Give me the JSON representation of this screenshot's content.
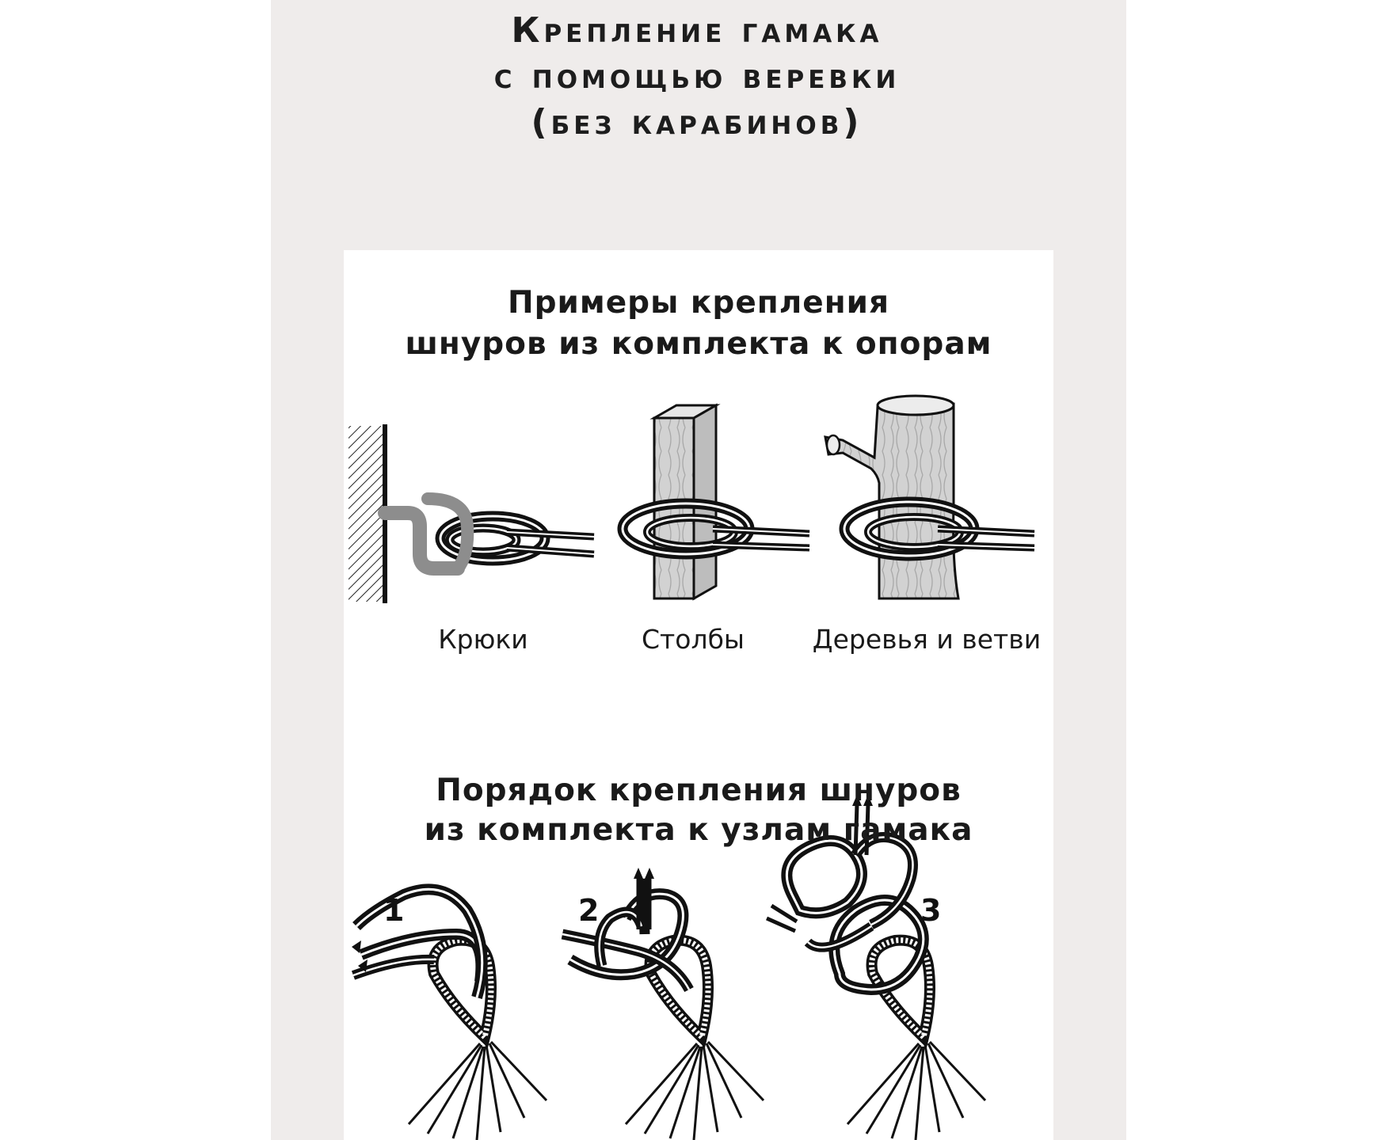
{
  "title": {
    "line1": "Крепление гамака",
    "line2": "с помощью веревки",
    "line3": "(без карабинов)"
  },
  "section1": {
    "heading_line1": "Примеры крепления",
    "heading_line2": "шнуров из комплекта к опорам",
    "captions": [
      "Крюки",
      "Столбы",
      "Деревья и ветви"
    ]
  },
  "section2": {
    "heading_line1": "Порядок крепления шнуров",
    "heading_line2": "из комплекта к узлам гамака",
    "steps": [
      "1",
      "2",
      "3"
    ]
  },
  "colors": {
    "outer_panel": "#efeceb",
    "inner_panel": "#ffffff",
    "ink": "#1a1a1a",
    "hook_gray": "#8d8d8d",
    "wood_gray": "#c9c9c9"
  }
}
